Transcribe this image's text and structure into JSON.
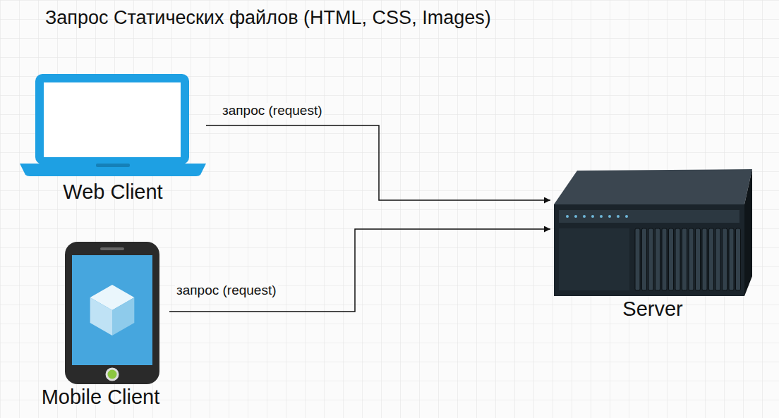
{
  "diagram": {
    "title": "Запрос Статических файлов (HTML, CSS, Images)",
    "nodes": [
      {
        "text": [
          "Web Client"
        ]
      },
      {
        "text": [
          "Mobile Client"
        ]
      },
      {
        "text": [
          "Server"
        ]
      }
    ],
    "edges": [
      {
        "from": 0,
        "to": 2,
        "label": "запрос (request)",
        "arrow": "to"
      },
      {
        "from": 1,
        "to": 2,
        "label": "запрос (request)",
        "arrow": "to"
      }
    ]
  }
}
